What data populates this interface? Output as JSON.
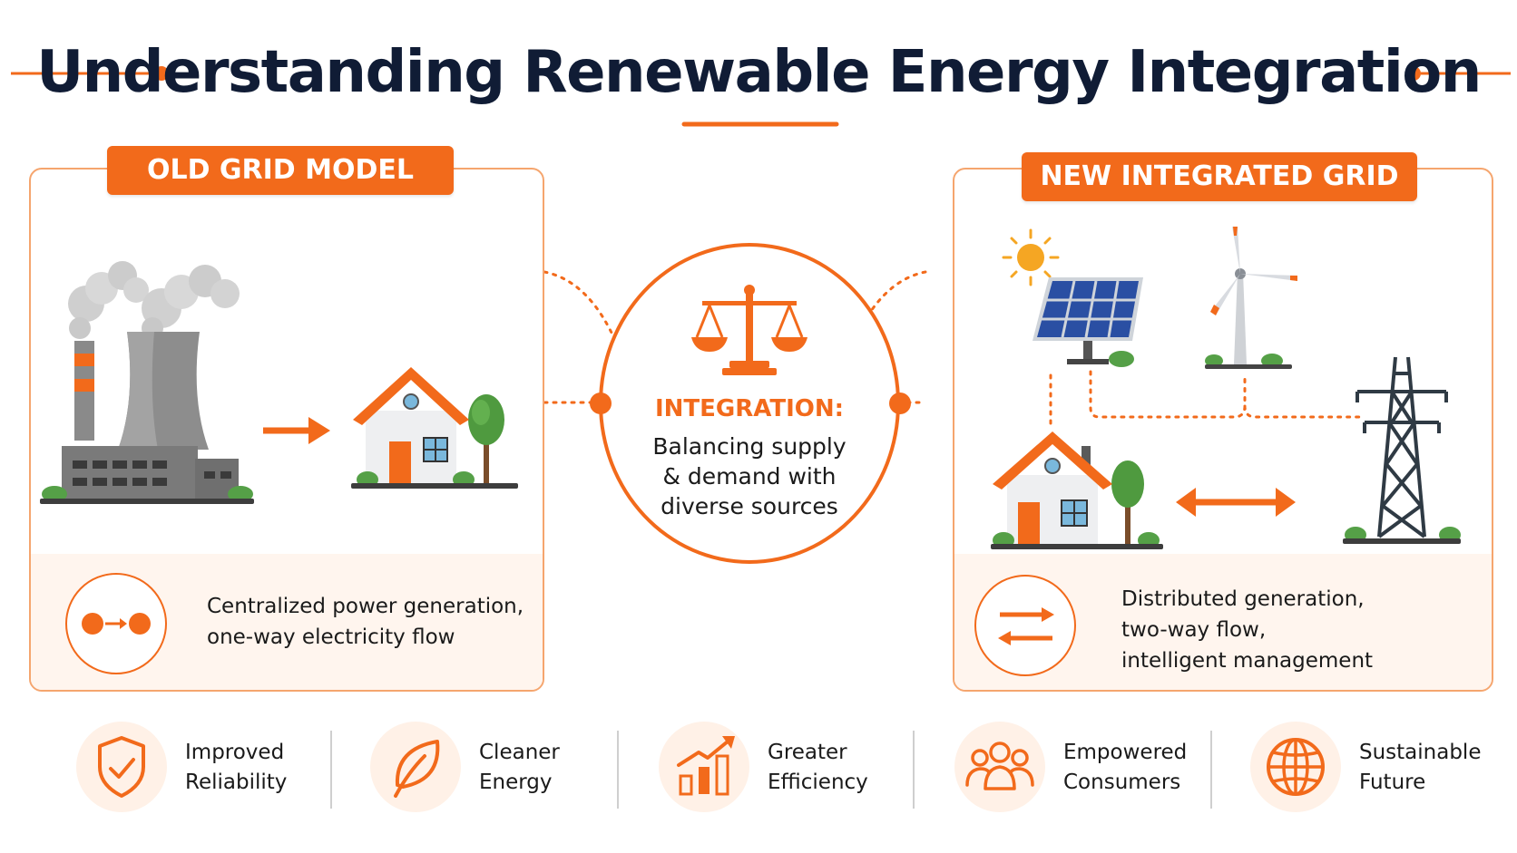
{
  "title": "Understanding Renewable Energy Integration",
  "old_grid": {
    "label": "OLD GRID MODEL",
    "desc_line1": "Centralized power generation,",
    "desc_line2": "one-way electricity flow",
    "icons": [
      "power-plant-icon",
      "arrow-right-icon",
      "house-icon",
      "one-way-flow-icon"
    ]
  },
  "integration": {
    "title": "INTEGRATION:",
    "line1": "Balancing supply",
    "line2": "& demand with",
    "line3": "diverse sources",
    "icon": "balance-scale-icon"
  },
  "new_grid": {
    "label": "NEW INTEGRATED GRID",
    "desc_line1": "Distributed generation,",
    "desc_line2": "two-way flow,",
    "desc_line3": "intelligent management",
    "icons": [
      "sun-icon",
      "solar-panel-icon",
      "wind-turbine-icon",
      "house-icon",
      "two-way-arrow-icon",
      "transmission-tower-icon",
      "two-way-flow-icon"
    ]
  },
  "benefits": [
    {
      "line1": "Improved",
      "line2": "Reliability",
      "icon": "shield-check-icon"
    },
    {
      "line1": "Cleaner",
      "line2": "Energy",
      "icon": "leaf-icon"
    },
    {
      "line1": "Greater",
      "line2": "Efficiency",
      "icon": "growth-chart-icon"
    },
    {
      "line1": "Empowered",
      "line2": "Consumers",
      "icon": "people-group-icon"
    },
    {
      "line1": "Sustainable",
      "line2": "Future",
      "icon": "globe-icon"
    }
  ],
  "colors": {
    "accent": "#f26a1b",
    "panel_border": "#f5a56e",
    "panel_tint": "#fff5ee",
    "title": "#101c35"
  }
}
